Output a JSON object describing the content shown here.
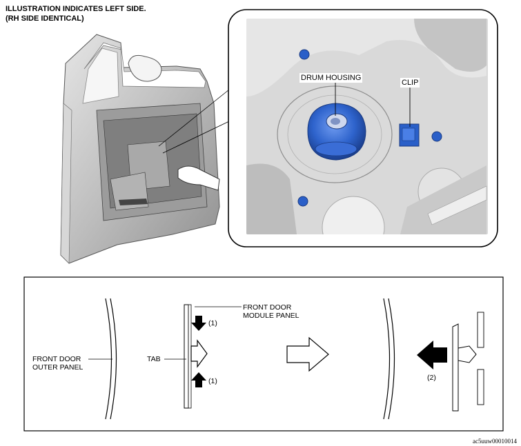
{
  "header": {
    "line1": "ILLUSTRATION INDICATES LEFT SIDE.",
    "line2": "(RH SIDE IDENTICAL)"
  },
  "detail": {
    "drum_housing": "DRUM HOUSING",
    "clip": "CLIP"
  },
  "procedure": {
    "front_door_module_panel_line1": "FRONT DOOR",
    "front_door_module_panel_line2": "MODULE PANEL",
    "tab": "TAB",
    "front_door_outer_panel_line1": "FRONT DOOR",
    "front_door_outer_panel_line2": "OUTER PANEL",
    "step1_top": "(1)",
    "step1_bottom": "(1)",
    "step2": "(2)"
  },
  "figure_code": "ac5uuw00010014",
  "colors": {
    "clip_blue": "#2a5fc8",
    "drum_blue": "#2e63cc",
    "panel_gray": "#c9c9c9",
    "panel_dark": "#8a8a8a"
  }
}
